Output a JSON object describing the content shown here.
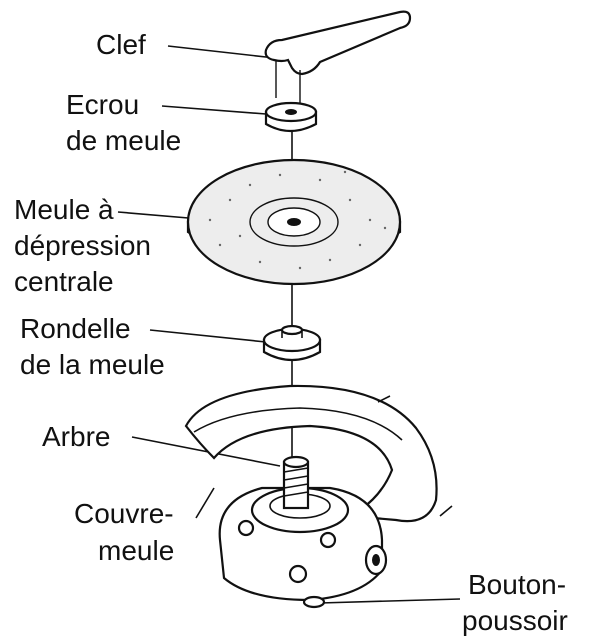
{
  "labels": {
    "clef": "Clef",
    "ecrou_1": "Ecrou",
    "ecrou_2": "de meule",
    "meule_1": "Meule à",
    "meule_2": "dépression",
    "meule_3": "centrale",
    "rondelle_1": "Rondelle",
    "rondelle_2": "de la meule",
    "arbre": "Arbre",
    "couvre_1": "Couvre-",
    "couvre_2": "meule",
    "bouton_1": "Bouton-",
    "bouton_2": "poussoir"
  },
  "colors": {
    "ink": "#111111",
    "paper": "#ffffff"
  }
}
